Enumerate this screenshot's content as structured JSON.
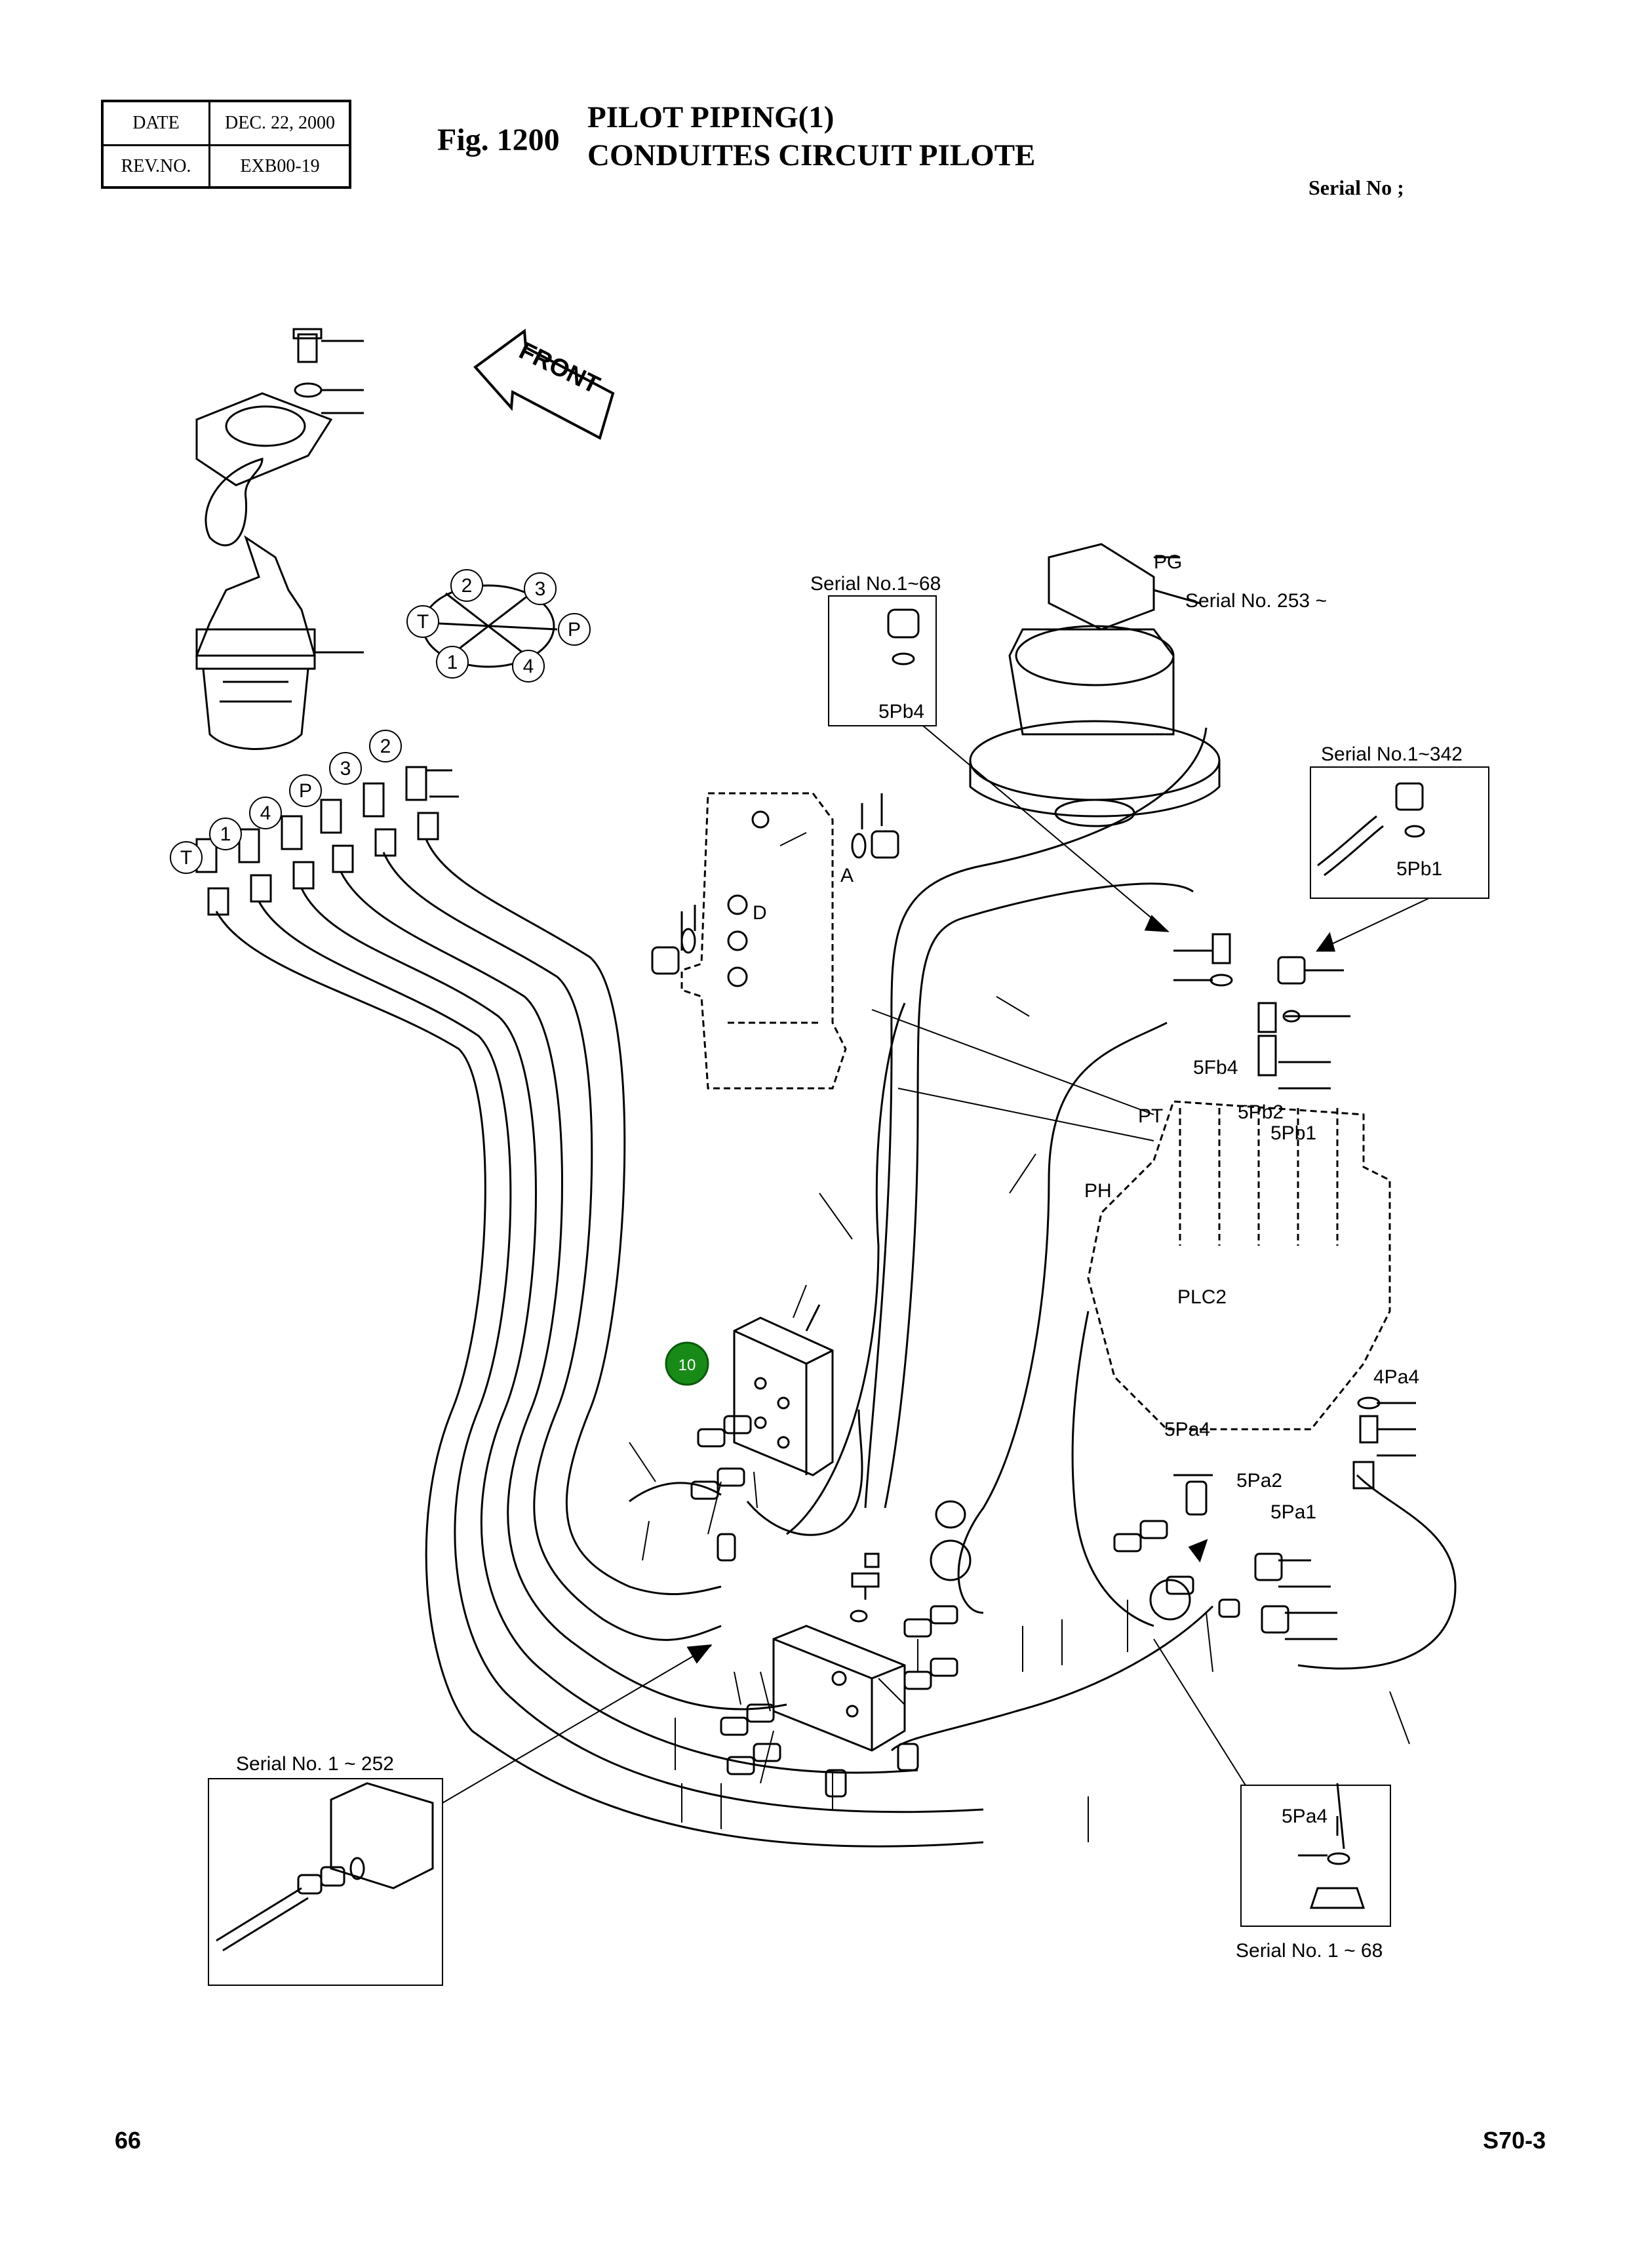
{
  "header": {
    "date_label": "DATE",
    "date_value": "DEC. 22, 2000",
    "rev_label": "REV.NO.",
    "rev_value": "EXB00-19",
    "fig_number": "Fig. 1200",
    "title_line1": "PILOT PIPING(1)",
    "title_line2": "CONDUITES CIRCUIT PILOTE",
    "serial": "Serial No ;"
  },
  "diagram": {
    "front_arrow": "FRONT",
    "port_circles": {
      "T": "T",
      "p1": "1",
      "p4": "4",
      "P": "P",
      "p3": "3",
      "p2": "2"
    },
    "valve_labels": {
      "A": "A",
      "D": "D"
    },
    "ports": {
      "PG": "PG",
      "PT": "PT",
      "PH": "PH",
      "PLC2": "PLC2",
      "5Fb4": "5Fb4",
      "5Pb2": "5Pb2",
      "5Pb1": "5Pb1",
      "4Pa4": "4Pa4",
      "5Pa4": "5Pa4",
      "5Pa2": "5Pa2",
      "5Pa1": "5Pa1"
    },
    "insets": {
      "serial_1_68_top": "Serial No.1~68",
      "serial_1_68_top_label": "5Pb4",
      "serial_253": "Serial No. 253 ~",
      "serial_1_342": "Serial No.1~342",
      "serial_1_342_label": "5Pb1",
      "serial_1_252": "Serial No. 1 ~ 252",
      "serial_1_68_bottom_label": "5Pa4",
      "serial_1_68_bottom": "Serial No. 1 ~ 68"
    },
    "callout_badge": "10",
    "badge_color": "#178a17"
  },
  "footer": {
    "page": "66",
    "model": "S70-3"
  }
}
